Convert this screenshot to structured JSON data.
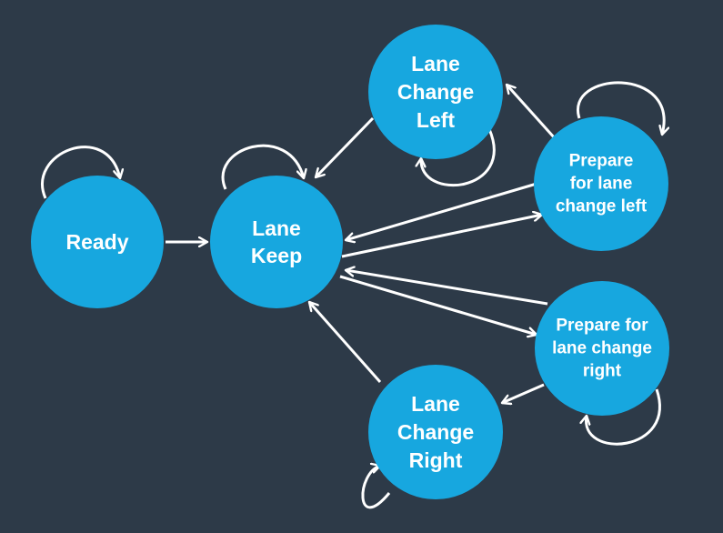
{
  "colors": {
    "background": "#2d3a48",
    "node_fill": "#17a7df",
    "arrow": "#ffffff",
    "label": "#ffffff"
  },
  "states": [
    {
      "id": "ready",
      "lines": [
        "Ready"
      ]
    },
    {
      "id": "lane-keep",
      "lines": [
        "Lane",
        "Keep"
      ]
    },
    {
      "id": "lane-change-left",
      "lines": [
        "Lane",
        "Change",
        "Left"
      ]
    },
    {
      "id": "prepare-left",
      "lines": [
        "Prepare",
        "for lane",
        "change left"
      ]
    },
    {
      "id": "prepare-right",
      "lines": [
        "Prepare for",
        "lane change",
        "right"
      ]
    },
    {
      "id": "lane-change-right",
      "lines": [
        "Lane",
        "Change",
        "Right"
      ]
    }
  ],
  "transitions": [
    {
      "from": "ready",
      "to": "ready"
    },
    {
      "from": "ready",
      "to": "lane-keep"
    },
    {
      "from": "lane-keep",
      "to": "lane-keep"
    },
    {
      "from": "lane-change-left",
      "to": "lane-change-left"
    },
    {
      "from": "lane-change-left",
      "to": "lane-keep"
    },
    {
      "from": "prepare-left",
      "to": "prepare-left"
    },
    {
      "from": "prepare-left",
      "to": "lane-change-left"
    },
    {
      "from": "prepare-left",
      "to": "lane-keep"
    },
    {
      "from": "lane-keep",
      "to": "prepare-left"
    },
    {
      "from": "prepare-right",
      "to": "lane-keep"
    },
    {
      "from": "lane-keep",
      "to": "prepare-right"
    },
    {
      "from": "prepare-right",
      "to": "prepare-right"
    },
    {
      "from": "prepare-right",
      "to": "lane-change-right"
    },
    {
      "from": "lane-change-right",
      "to": "lane-change-right"
    },
    {
      "from": "lane-change-right",
      "to": "lane-keep"
    }
  ]
}
